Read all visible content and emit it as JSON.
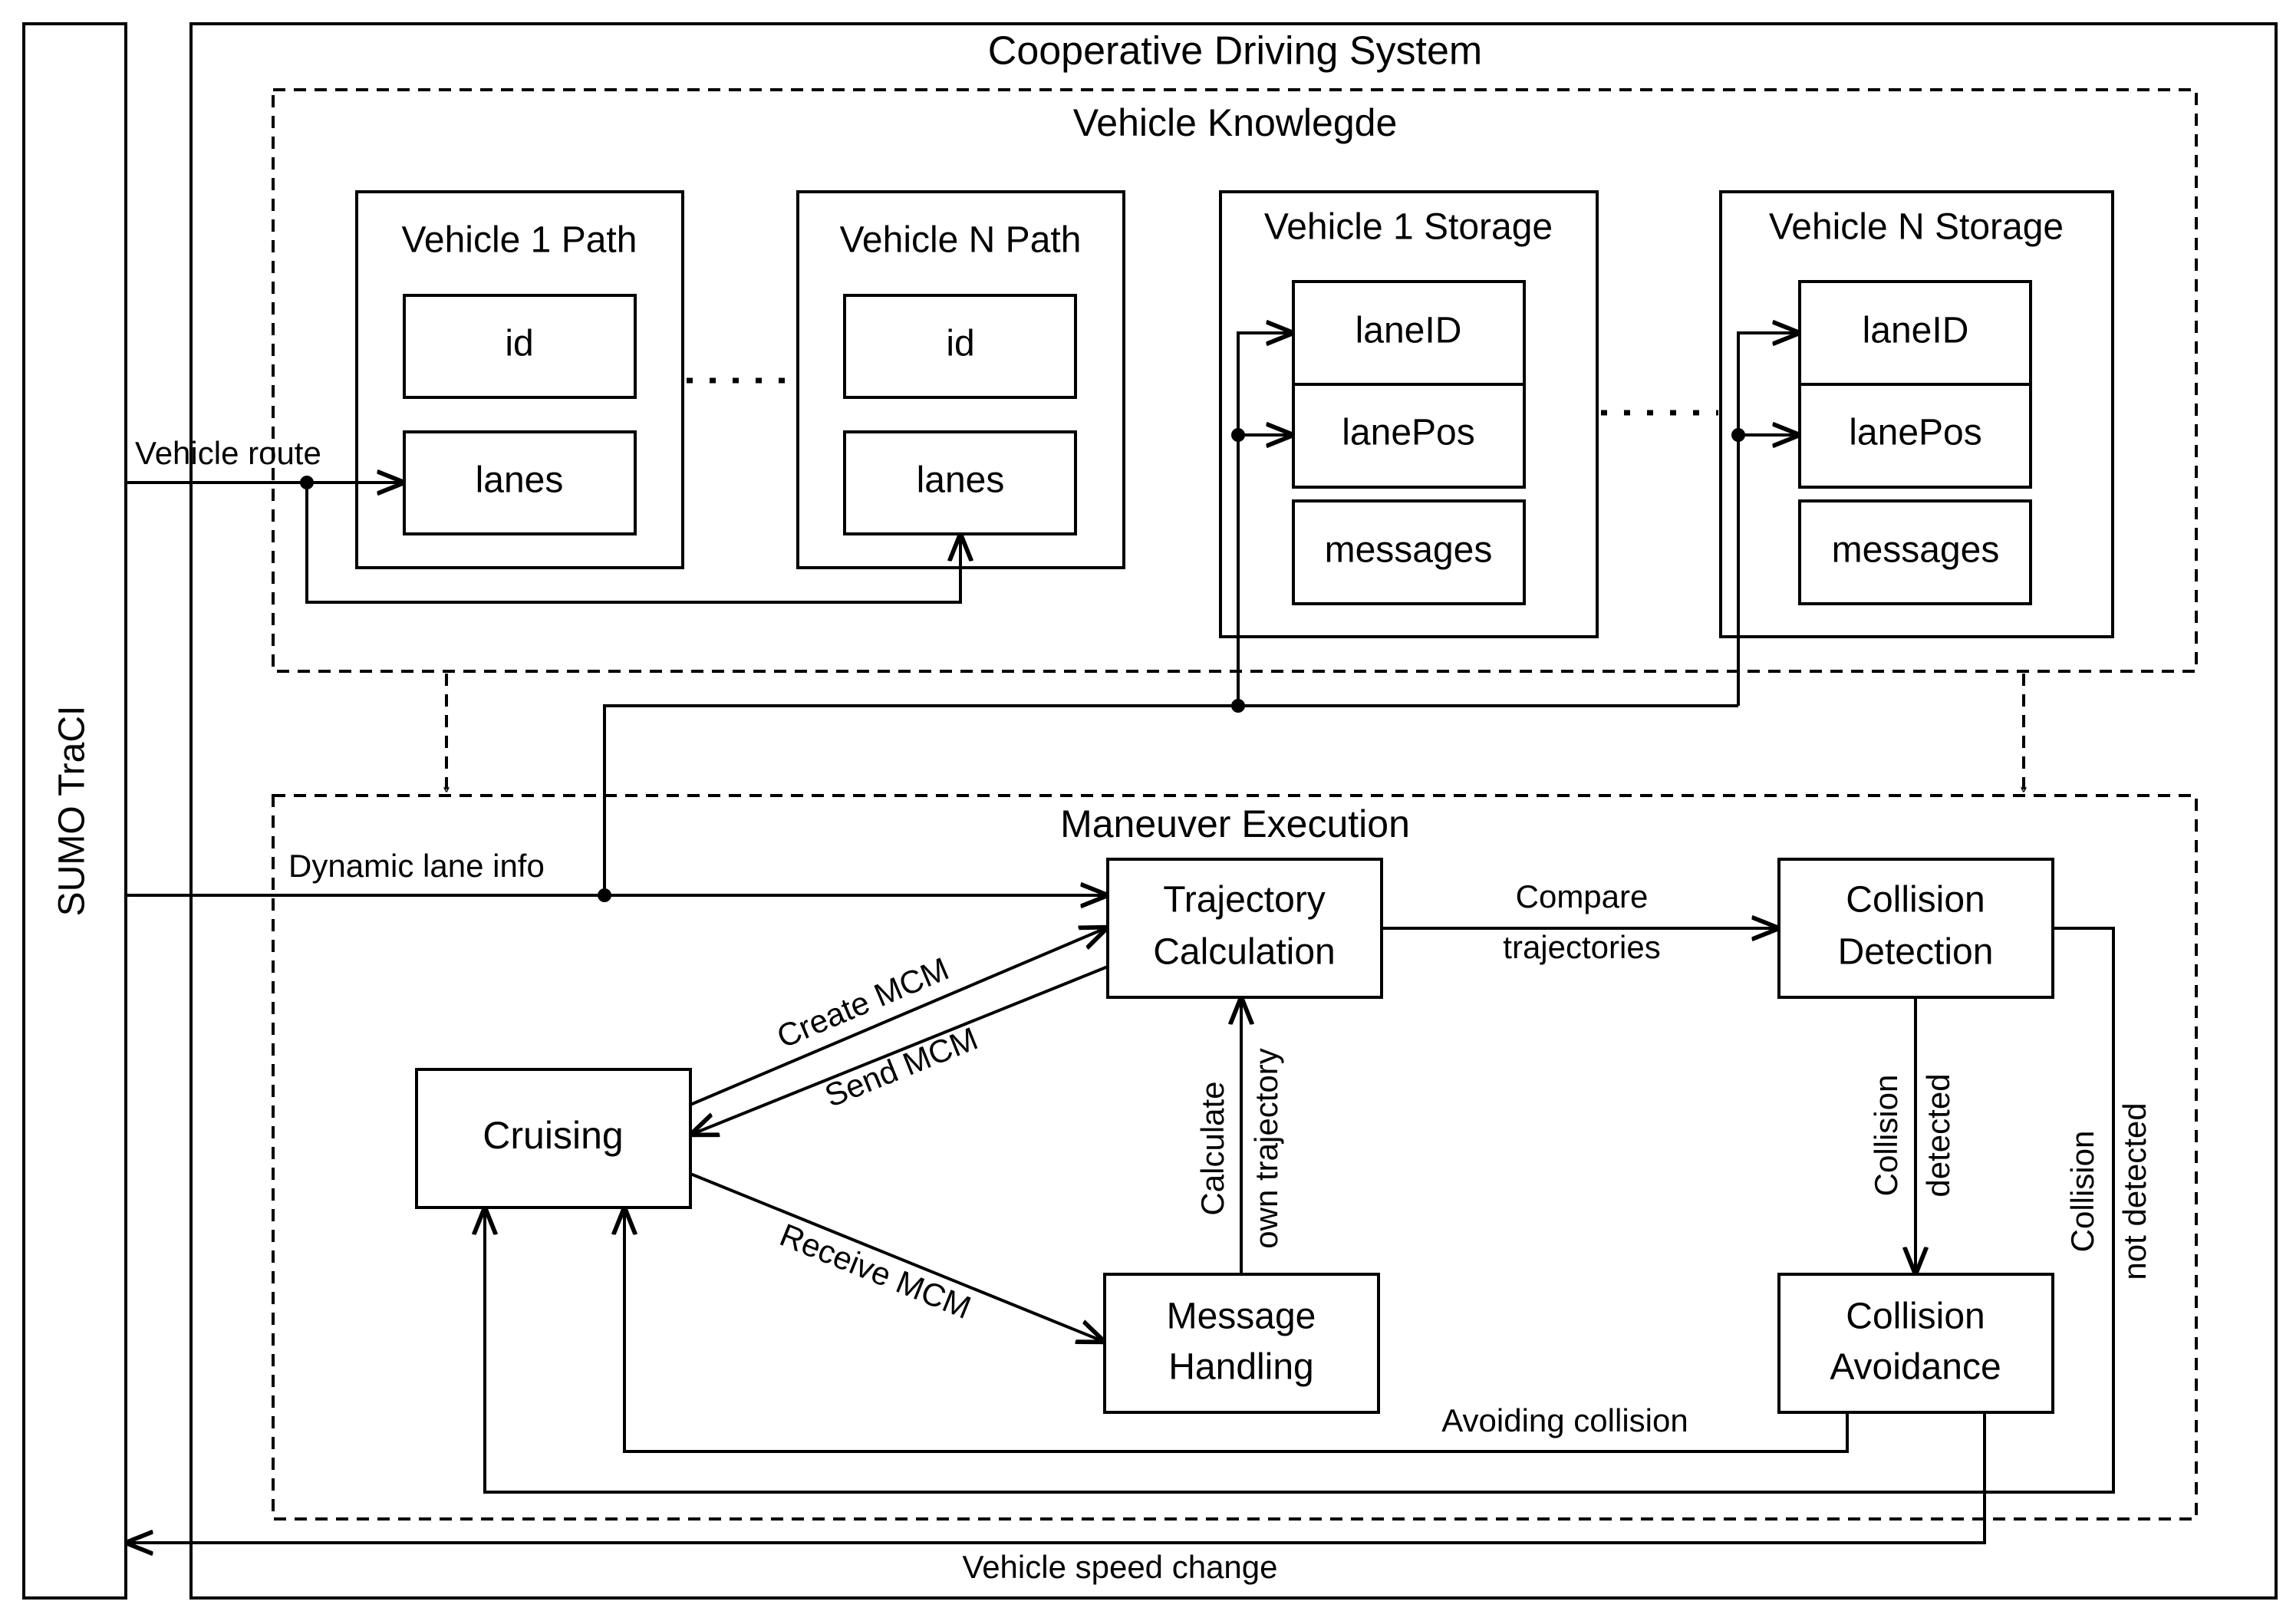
{
  "system": {
    "title": "Cooperative Driving System",
    "sumo_label": "SUMO TraCI"
  },
  "knowledge": {
    "title": "Vehicle Knowlegde",
    "path1": {
      "title": "Vehicle 1 Path",
      "field_id": "id",
      "field_lanes": "lanes"
    },
    "pathN": {
      "title": "Vehicle N Path",
      "field_id": "id",
      "field_lanes": "lanes"
    },
    "storage1": {
      "title": "Vehicle 1 Storage",
      "f1": "laneID",
      "f2": "lanePos",
      "f3": "messages"
    },
    "storageN": {
      "title": "Vehicle N Storage",
      "f1": "laneID",
      "f2": "lanePos",
      "f3": "messages"
    }
  },
  "execution": {
    "title": "Maneuver Execution",
    "trajectory_l1": "Trajectory",
    "trajectory_l2": "Calculation",
    "detection_l1": "Collision",
    "detection_l2": "Detection",
    "cruising": "Cruising",
    "message_l1": "Message",
    "message_l2": "Handling",
    "avoidance_l1": "Collision",
    "avoidance_l2": "Avoidance"
  },
  "edges": {
    "vehicle_route": "Vehicle route",
    "dynamic_lane_info": "Dynamic lane info",
    "compare_l1": "Compare",
    "compare_l2": "trajectories",
    "create_mcm": "Create MCM",
    "send_mcm": "Send MCM",
    "receive_mcm": "Receive MCM",
    "calc_l1": "Calculate",
    "calc_l2": "own trajectory",
    "coll_det_l1": "Collision",
    "coll_det_l2": "detected",
    "coll_notdet_l1": "Collision",
    "coll_notdet_l2": "not detected",
    "avoiding_collision": "Avoiding collision",
    "speed_change": "Vehicle speed change"
  }
}
